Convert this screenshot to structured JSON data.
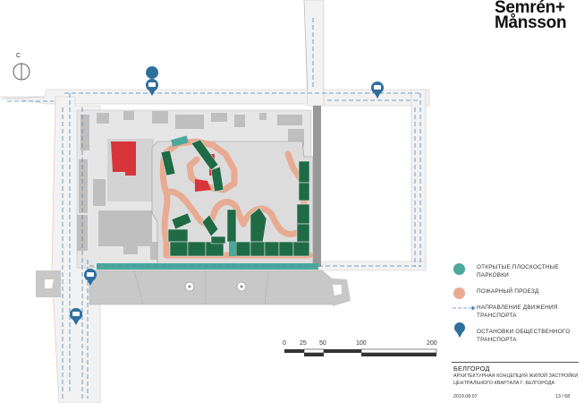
{
  "brand": {
    "line1": "Semrén+",
    "line2": "Månsson"
  },
  "compass": {
    "label": "С"
  },
  "legend": [
    {
      "symbol": "teal-circle",
      "color": "#4aa99b",
      "text": "ОТКРЫТЫЕ ПЛОСКОСТНЫЕ\nПАРКОВКИ"
    },
    {
      "symbol": "salmon-circle",
      "color": "#e8ab92",
      "text": "ПОЖАРНЫЙ ПРОЕЗД"
    },
    {
      "symbol": "traffic-arrow",
      "color": "#4f87b8",
      "text": "НАПРАВЛЕНИЕ ДВИЖЕНИЯ\nТРАНСПОРТА"
    },
    {
      "symbol": "bus-stop-pin",
      "color": "#2f6f9e",
      "text": "ОСТАНОВКИ ОБЩЕСТВЕННОГО\nТРАНСПОРТА"
    }
  ],
  "scale": {
    "ticks": [
      "0",
      "25",
      "50",
      "100",
      "200"
    ]
  },
  "info": {
    "title": "БЕЛГОРОД",
    "line1": "АРХИТЕКТУРНАЯ КОНЦЕПЦИЯ ЖИЛОЙ ЗАСТРОЙКИ",
    "line2": "ЦЕНТРАЛЬНОГО КВАРТАЛА Г. БЕЛГОРОДА",
    "date": "2019.08.07",
    "page": "13 / 68"
  },
  "colors": {
    "green_buildings": "#1f6b45",
    "red_buildings": "#d8353b",
    "site_fill": "#dedede",
    "context_buildings": "#bfbfbf",
    "road": "#eeeeee",
    "asphalt": "#999999",
    "parking": "#4aa99b",
    "fire_lane": "#e8ab92",
    "traffic": "#4f87b8",
    "bus_stop": "#2f6f9e"
  }
}
